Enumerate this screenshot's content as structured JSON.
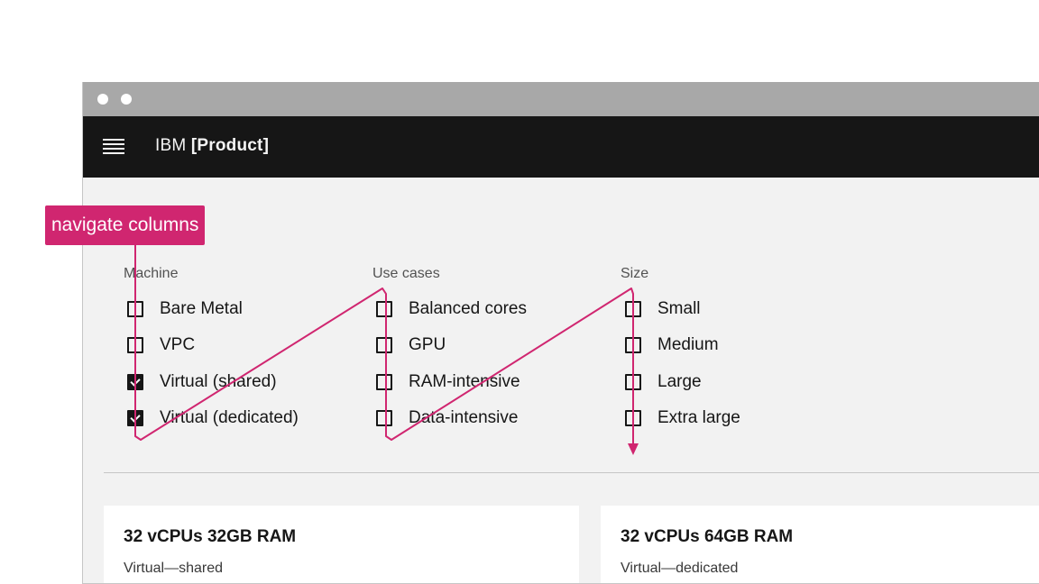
{
  "window": {
    "header": {
      "brand": "IBM",
      "product": "[Product]"
    }
  },
  "annotation": {
    "label": "navigate columns"
  },
  "filters": {
    "machine": {
      "title": "Machine",
      "options": [
        {
          "label": "Bare Metal",
          "checked": false
        },
        {
          "label": "VPC",
          "checked": false
        },
        {
          "label": "Virtual (shared)",
          "checked": true
        },
        {
          "label": "Virtual (dedicated)",
          "checked": true
        }
      ]
    },
    "use_cases": {
      "title": "Use cases",
      "options": [
        {
          "label": "Balanced cores",
          "checked": false
        },
        {
          "label": "GPU",
          "checked": false
        },
        {
          "label": "RAM-intensive",
          "checked": false
        },
        {
          "label": "Data-intensive",
          "checked": false
        }
      ]
    },
    "size": {
      "title": "Size",
      "options": [
        {
          "label": "Small",
          "checked": false
        },
        {
          "label": "Medium",
          "checked": false
        },
        {
          "label": "Large",
          "checked": false
        },
        {
          "label": "Extra large",
          "checked": false
        }
      ]
    }
  },
  "cards": [
    {
      "title": "32 vCPUs 32GB RAM",
      "subtitle": "Virtual—shared"
    },
    {
      "title": "32 vCPUs 64GB RAM",
      "subtitle": "Virtual—dedicated"
    }
  ],
  "colors": {
    "accent": "#d02670",
    "header_bg": "#161616",
    "titlebar": "#a8a8a8",
    "content_bg": "#f2f2f2"
  }
}
